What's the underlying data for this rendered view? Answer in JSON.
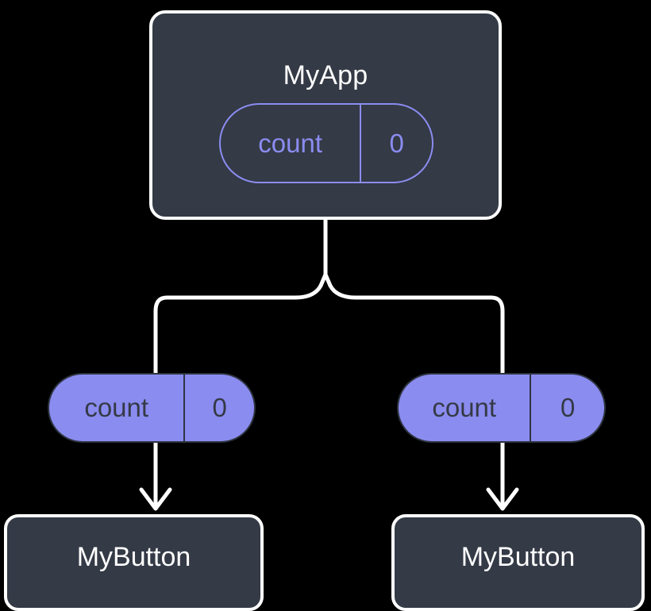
{
  "diagram": {
    "type": "component-tree",
    "title_text": "MyApp",
    "background_color": "#000000",
    "node_fill_color": "#343a46",
    "node_stroke_color": "#ffffff",
    "state_accent_color": "#8b8cf0",
    "edge_color": "#ffffff",
    "root": {
      "name": "root-component",
      "label": "MyApp",
      "state": {
        "key": "count",
        "value": "0",
        "style": "outlined"
      }
    },
    "children": [
      {
        "name": "child-component-left",
        "label": "MyButton",
        "state": {
          "key": "count",
          "value": "0",
          "style": "filled"
        }
      },
      {
        "name": "child-component-right",
        "label": "MyButton",
        "state": {
          "key": "count",
          "value": "0",
          "style": "filled"
        }
      }
    ]
  }
}
